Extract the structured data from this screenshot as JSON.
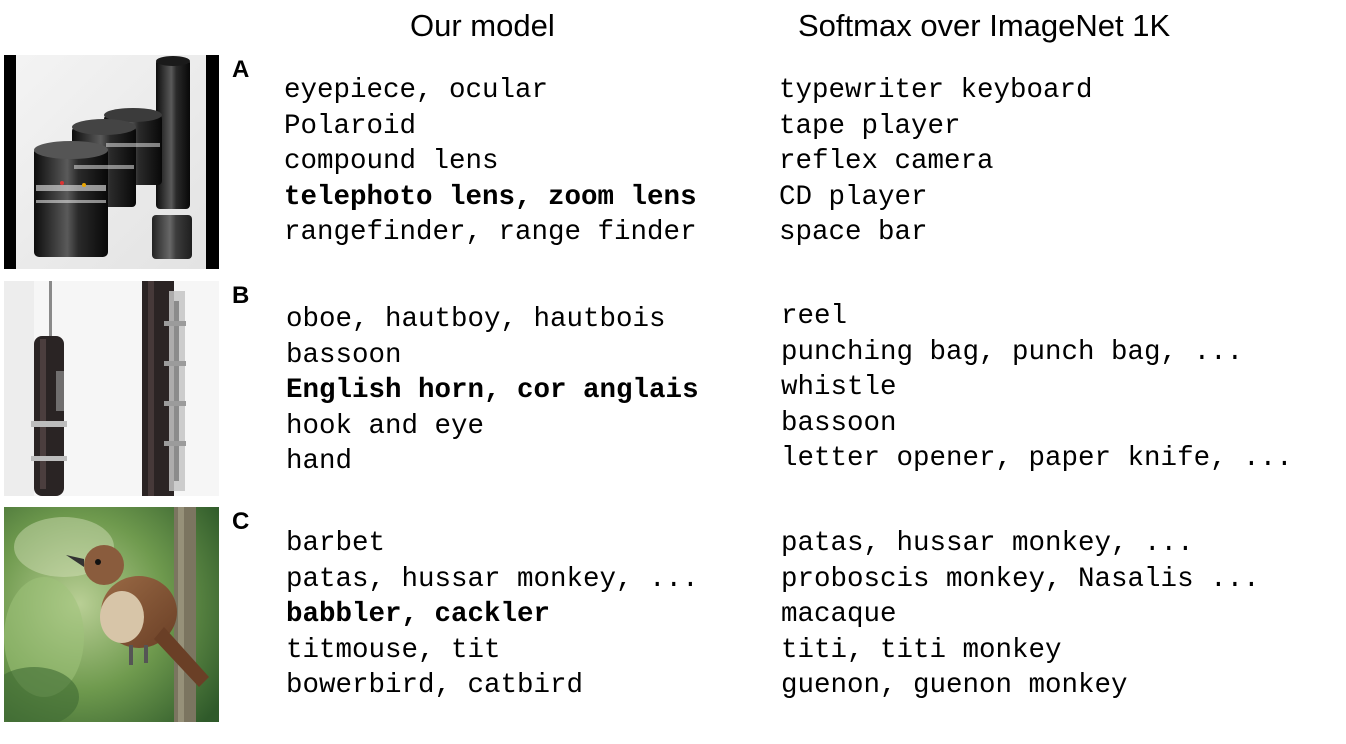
{
  "headers": {
    "ours": "Our model",
    "softmax": "Softmax over ImageNet 1K"
  },
  "rows": [
    {
      "label": "A",
      "image": "camera-lenses-photo",
      "ours": [
        {
          "text": "eyepiece, ocular",
          "correct": false
        },
        {
          "text": "Polaroid",
          "correct": false
        },
        {
          "text": "compound lens",
          "correct": false
        },
        {
          "text": "telephoto lens, zoom lens",
          "correct": true
        },
        {
          "text": "rangefinder, range finder",
          "correct": false
        }
      ],
      "softmax": [
        {
          "text": "typewriter keyboard",
          "correct": false
        },
        {
          "text": "tape player",
          "correct": false
        },
        {
          "text": "reflex camera",
          "correct": false
        },
        {
          "text": "CD player",
          "correct": false
        },
        {
          "text": "space bar",
          "correct": false
        }
      ]
    },
    {
      "label": "B",
      "image": "woodwind-instruments-photo",
      "ours": [
        {
          "text": "oboe, hautboy, hautbois",
          "correct": false
        },
        {
          "text": "bassoon",
          "correct": false
        },
        {
          "text": "English horn, cor anglais",
          "correct": true
        },
        {
          "text": "hook and eye",
          "correct": false
        },
        {
          "text": "hand",
          "correct": false
        }
      ],
      "softmax": [
        {
          "text": "reel",
          "correct": false
        },
        {
          "text": "punching bag, punch bag, ...",
          "correct": false
        },
        {
          "text": "whistle",
          "correct": false
        },
        {
          "text": "bassoon",
          "correct": false
        },
        {
          "text": "letter opener, paper knife, ...",
          "correct": false
        }
      ]
    },
    {
      "label": "C",
      "image": "bird-on-branch-photo",
      "ours": [
        {
          "text": "barbet",
          "correct": false
        },
        {
          "text": "patas, hussar monkey, ...",
          "correct": false
        },
        {
          "text": "babbler, cackler",
          "correct": true
        },
        {
          "text": "titmouse, tit",
          "correct": false
        },
        {
          "text": "bowerbird, catbird",
          "correct": false
        }
      ],
      "softmax": [
        {
          "text": "patas, hussar monkey, ...",
          "correct": false
        },
        {
          "text": "proboscis monkey, Nasalis ...",
          "correct": false
        },
        {
          "text": "macaque",
          "correct": false
        },
        {
          "text": "titi, titi monkey",
          "correct": false
        },
        {
          "text": "guenon, guenon monkey",
          "correct": false
        }
      ]
    }
  ]
}
